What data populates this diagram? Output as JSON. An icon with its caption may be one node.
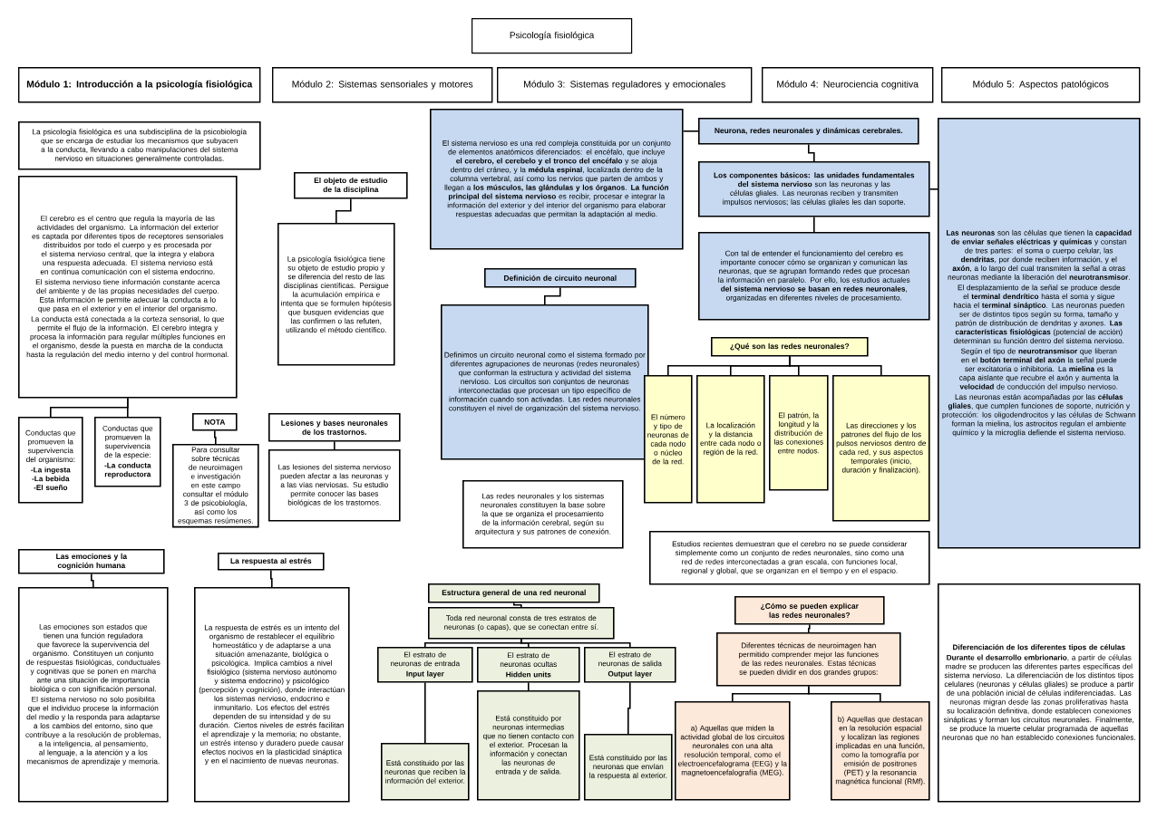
{
  "diagram": {
    "nodes": [
      {
        "text": [
          "Psicología fisiológica"
        ]
      },
      {
        "text": [
          "Módulo 1: Introducción a la psicología fisiológica"
        ]
      },
      {
        "text": [
          "Módulo 2: Sistemas sensoriales y motores"
        ]
      },
      {
        "text": [
          "Módulo 3: Sistemas reguladores y emocionales"
        ]
      },
      {
        "text": [
          "Módulo 4: Neurociencia cognitiva"
        ]
      },
      {
        "text": [
          "Módulo 5: Aspectos patológicos"
        ]
      },
      {
        "text": [
          "La psicología fisiológica es una subdisciplina de la psicobiología que se encarga de estudiar los mecanismos que subyacen a la conducta, llevando a cabo manipulaciones del sistema nervioso en situaciones generalmente controladas."
        ]
      },
      {
        "text": [
          "El cerebro es el centro que regula la mayoría de las actividades del organismo. La información del exterior es captada por diferentes tipos de receptores sensoriales distribuidos por todo el cuerpo y es procesada por el sistema nervioso central, que la integra y elabora una respuesta adecuada. El sistema nervioso está en continua comunicación con el sistema endocrino.",
          "El sistema nervioso tiene información constante acerca del ambiente y de las propias necesidades del cuerpo. Esta información le permite adecuar la conducta a lo que pasa en el exterior y en el interior del organismo.",
          "La conducta está conectada a la corteza sensorial, lo que permite el flujo de la información. El cerebro integra y procesa la información para regular múltiples funciones en el organismo, desde la puesta en marcha de la conducta hasta la regulación del medio interno y del control hormonal."
        ]
      },
      {
        "text": [
          "Conductas que promueven la supervivencia del organismo:",
          "-La ingesta -La bebida -El sueño"
        ]
      },
      {
        "text": [
          "Conductas que promueven la supervivencia de la especie:",
          "-La conducta reproductora"
        ]
      },
      {
        "text": [
          "NOTA"
        ]
      },
      {
        "text": [
          "Para consultar sobre técnicas de neuroimagen e investigación en este campo consultar el módulo 3 de psicobiología, así como los esquemas resúmenes."
        ]
      },
      {
        "text": [
          "Lesiones y bases neuronales de los trastornos."
        ]
      },
      {
        "text": [
          "Las lesiones del sistema nervioso pueden afectar a las neuronas y a las vías nerviosas. Su estudio permite conocer las bases biológicas de los trastornos."
        ]
      },
      {
        "text": [
          "El objeto de estudio de la disciplina"
        ]
      },
      {
        "text": [
          "La psicología fisiológica tiene su objeto de estudio propio y se diferencia del resto de las disciplinas científicas. Persigue la acumulación empírica e intenta que se formulen hipótesis que busquen evidencias que las confirmen o las refuten, utilizando el método científico."
        ]
      },
      {
        "text": [
          "Las emociones y la cognición humana"
        ]
      },
      {
        "text": [
          "Las emociones son estados que tienen una función reguladora que favorece la supervivencia del organismo. Constituyen un conjunto de respuestas fisiológicas, conductuales y cognitivas que se ponen en marcha ante una situación de importancia biológica o con significación personal.",
          "El sistema nervioso no solo posibilita que el individuo procese la información del medio y la responda para adaptarse a los cambios del entorno, sino que contribuye a la resolución de problemas, a la inteligencia, al pensamiento, al lenguaje, a la atención y a los mecanismos de aprendizaje y memoria."
        ]
      },
      {
        "text": [
          "La respuesta al estrés"
        ]
      },
      {
        "text": [
          "La respuesta de estrés es un intento del organismo de restablecer el equilibrio homeostático y de adaptarse a una situación amenazante, biológica o psicológica. Implica cambios a nivel fisiológico (sistema nervioso autónomo y sistema endocrino) y psicológico (percepción y cognición), donde interactúan los sistemas nervioso, endocrino e inmunitario. Los efectos del estrés dependen de su intensidad y de su duración. Ciertos niveles de estrés facilitan el aprendizaje y la memoria; no obstante, un estrés intenso y duradero puede causar efectos nocivos en la plasticidad sináptica y en el nacimiento de nuevas neuronas."
        ]
      },
      {
        "text": [
          "El sistema nervioso es una red compleja constituida por un conjunto de elementos anatómicos diferenciados: el encéfalo, que incluye **el cerebro, el cerebelo y el tronco del encéfalo** y se aloja dentro del cráneo, y la **médula espinal**, localizada dentro de la columna vertebral, así como los nervios que parten de ambos y llegan a **los músculos, las glándulas y los órganos**. **La función principal del sistema nervioso** es recibir, procesar e integrar la información del exterior y del interior del organismo para elaborar respuestas adecuadas que permitan la adaptación al medio."
        ]
      },
      {
        "text": [
          "Definición de circuito neuronal"
        ]
      },
      {
        "text": [
          "Definimos un circuito neuronal como el sistema formado por diferentes agrupaciones de neuronas (redes neuronales) que conforman la estructura y actividad del sistema nervioso. Los circuitos son conjuntos de neuronas interconectadas que procesan un tipo específico de información cuando son activadas. Las redes neuronales constituyen el nivel de organización del sistema nervioso."
        ]
      },
      {
        "text": [
          "Las redes neuronales y los sistemas neuronales constituyen la base sobre la que se organiza el procesamiento de la información cerebral, según su arquitectura y sus patrones de conexión."
        ]
      },
      {
        "text": [
          "Neurona, redes neuronales y dinámicas cerebrales."
        ]
      },
      {
        "text": [
          "**Los componentes básicos: las unidades fundamentales del sistema nervioso** son las neuronas y las células gliales. Las neuronas reciben y transmiten impulsos nerviosos; las células gliales les dan soporte."
        ]
      },
      {
        "text": [
          "Con tal de entender el funcionamiento del cerebro es importante conocer cómo se organizan y comunican las neuronas, que se agrupan formando redes que procesan la información en paralelo. Por ello, los estudios actuales **del sistema nervioso se basan en redes neuronales**, organizadas en diferentes niveles de procesamiento."
        ]
      },
      {
        "text": [
          "¿Qué son las redes neuronales?"
        ]
      },
      {
        "text": [
          "El número y tipo de neuronas de cada nodo o núcleo de la red."
        ]
      },
      {
        "text": [
          "La localización y la distancia entre cada nodo o región de la red."
        ]
      },
      {
        "text": [
          "El patrón, la longitud y la distribución de las conexiones entre nodos."
        ]
      },
      {
        "text": [
          "Las direcciones y los patrones del flujo de los pulsos nerviosos dentro de cada red, y sus aspectos temporales (inicio, duración y finalización)."
        ]
      },
      {
        "text": [
          "Estudios recientes demuestran que el cerebro no se puede considerar simplemente como un conjunto de redes neuronales, sino como una red de redes interconectadas a gran escala, con funciones local, regional y global, que se organizan en el tiempo y en el espacio."
        ]
      },
      {
        "text": [
          "¿Cómo se pueden explicar las redes neuronales?"
        ]
      },
      {
        "text": [
          "Diferentes técnicas de neuroimagen han permitido comprender mejor las funciones de las redes neuronales. Estas técnicas se pueden dividir en dos grandes grupos:"
        ]
      },
      {
        "text": [
          "a) Aquellas que miden la actividad global de los circuitos neuronales con una alta resolución temporal, como el electroencefalograma (EEG) y la magnetoencefalografía (MEG)."
        ]
      },
      {
        "text": [
          "b) Aquellas que destacan en la resolución espacial y localizan las regiones implicadas en una función, como la tomografía por emisión de positrones (PET) y la resonancia magnética funcional (RMf)."
        ]
      },
      {
        "text": [
          "Estructura general de una red neuronal"
        ]
      },
      {
        "text": [
          "Toda red neuronal consta de tres estratos de neuronas (o capas), que se conectan entre sí."
        ]
      },
      {
        "text": [
          "El estrato de neuronas de entrada",
          "Input layer"
        ]
      },
      {
        "text": [
          "El estrato de neuronas ocultas",
          "Hidden units"
        ]
      },
      {
        "text": [
          "El estrato de neuronas de salida",
          "Output layer"
        ]
      },
      {
        "text": [
          "Está constituido por las neuronas que reciben la información del exterior."
        ]
      },
      {
        "text": [
          "Está constituido por neuronas intermedias que no tienen contacto con el exterior. Procesan la información y conectan las neuronas de entrada y de salida."
        ]
      },
      {
        "text": [
          "Está constituido por las neuronas que envían la respuesta al exterior."
        ]
      },
      {
        "text": [
          "**Las neuronas** son las células que tienen la **capacidad de enviar señales eléctricas y químicas** y constan de tres partes: el soma o cuerpo celular, las **dendritas**, por donde reciben información, y el **axón**, a lo largo del cual transmiten la señal a otras neuronas mediante la liberación del **neurotransmisor**.",
          "El desplazamiento de la señal se produce desde el **terminal dendrítico** hasta el soma y sigue hacia el **terminal sináptico**. Las neuronas pueden ser de distintos tipos según su forma, tamaño y patrón de distribución de dendritas y axones. **Las características fisiológicas** (potencial de acción) determinan su función dentro del sistema nervioso.",
          "Según el tipo de **neurotransmisor** que liberan en el **botón terminal del axón** la señal puede ser excitatoria o inhibitoria. La **mielina** es la capa aislante que recubre el axón y aumenta la **velocidad** de conducción del impulso nervioso.",
          "Las neuronas están acompañadas por las **células gliales**, que cumplen funciones de soporte, nutrición y protección: los oligodendrocitos y las células de Schwann forman la mielina, los astrocitos regulan el ambiente químico y la microglía defiende el sistema nervioso."
        ]
      },
      {
        "text": [
          "Diferenciación de los diferentes tipos de células",
          "**Durante el desarrollo embrionario**, a partir de células madre se producen las diferentes partes específicas del sistema nervioso. La diferenciación de los distintos tipos celulares (neuronas y células gliales) se produce a partir de una población inicial de células indiferenciadas. Las neuronas migran desde las zonas proliferativas hasta su localización definitiva, donde establecen conexiones sinápticas y forman los circuitos neuronales. Finalmente, se produce la muerte celular programada de aquellas neuronas que no han establecido conexiones funcionales."
        ]
      }
    ],
    "edges": [
      {
        "from": 7,
        "to": 8,
        "arrow": "none"
      },
      {
        "from": 7,
        "to": 9,
        "arrow": "none"
      },
      {
        "from": 10,
        "to": 11,
        "arrow": "none"
      },
      {
        "from": 12,
        "to": 13,
        "arrow": "none"
      },
      {
        "from": 14,
        "to": 15,
        "arrow": "none"
      },
      {
        "from": 16,
        "to": 17,
        "arrow": "none"
      },
      {
        "from": 18,
        "to": 19,
        "arrow": "none"
      },
      {
        "from": 21,
        "to": 22,
        "arrow": "none"
      },
      {
        "from": 20,
        "to": 24,
        "arrow": "none"
      },
      {
        "from": 24,
        "to": 25,
        "arrow": "none"
      },
      {
        "from": 25,
        "to": 26,
        "arrow": "none"
      },
      {
        "from": 27,
        "to": 28,
        "arrow": "none"
      },
      {
        "from": 27,
        "to": 29,
        "arrow": "none"
      },
      {
        "from": 27,
        "to": 30,
        "arrow": "none"
      },
      {
        "from": 27,
        "to": 31,
        "arrow": "none"
      },
      {
        "from": 25,
        "to": 45,
        "arrow": "none"
      },
      {
        "from": 33,
        "to": 34,
        "arrow": "none"
      },
      {
        "from": 34,
        "to": 35,
        "arrow": "none"
      },
      {
        "from": 34,
        "to": 36,
        "arrow": "none"
      },
      {
        "from": 37,
        "to": 38,
        "arrow": "none"
      },
      {
        "from": 38,
        "to": 39,
        "arrow": "none"
      },
      {
        "from": 38,
        "to": 40,
        "arrow": "none"
      },
      {
        "from": 38,
        "to": 41,
        "arrow": "none"
      },
      {
        "from": 39,
        "to": 42,
        "arrow": "none"
      },
      {
        "from": 40,
        "to": 43,
        "arrow": "none"
      },
      {
        "from": 41,
        "to": 44,
        "arrow": "none"
      }
    ]
  }
}
